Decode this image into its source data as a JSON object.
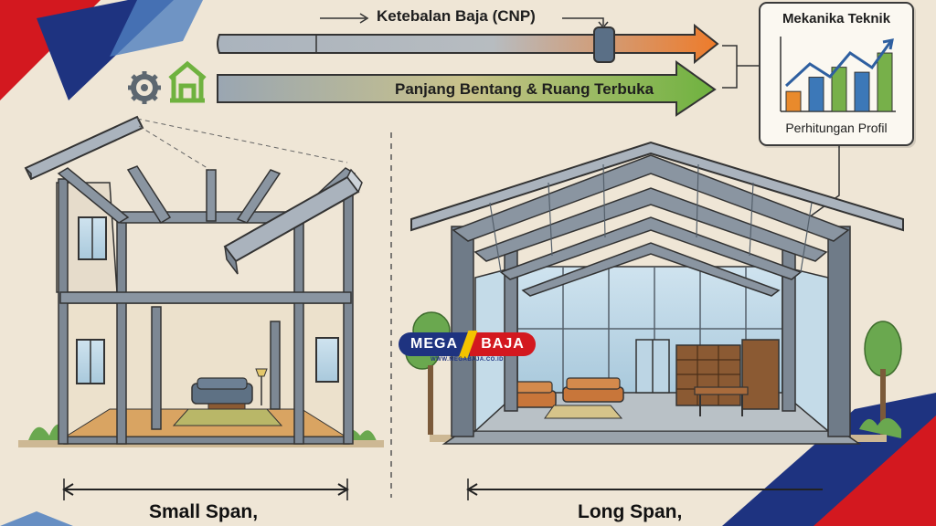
{
  "diagram": {
    "top_label": "Ketebalan Baja (CNP)",
    "arrow_label": "Panjang Bentang & Ruang Terbuka",
    "card_title": "Mekanika Teknik",
    "card_subtitle": "Perhitungan Profil",
    "caption_left": "Small Span,",
    "caption_right": "Long Span,",
    "card_bars": [
      0.28,
      0.48,
      0.62,
      0.55,
      0.82
    ],
    "card_bar_colors": [
      "#e98a2c",
      "#3c78b8",
      "#77b04a",
      "#3c78b8",
      "#77b04a"
    ]
  },
  "logo": {
    "mega": "MEGA",
    "baja": "BAJA",
    "url": "WWW.MEGABAJA.CO.ID"
  },
  "colors": {
    "background": "#efe6d6",
    "brand_blue": "#1e3380",
    "brand_red": "#d3181f",
    "steel": "#7d8894",
    "arrow_green": "#6fb23f",
    "arrow_orange": "#ee7b2a"
  },
  "icons": [
    "gear-icon",
    "house-icon"
  ]
}
